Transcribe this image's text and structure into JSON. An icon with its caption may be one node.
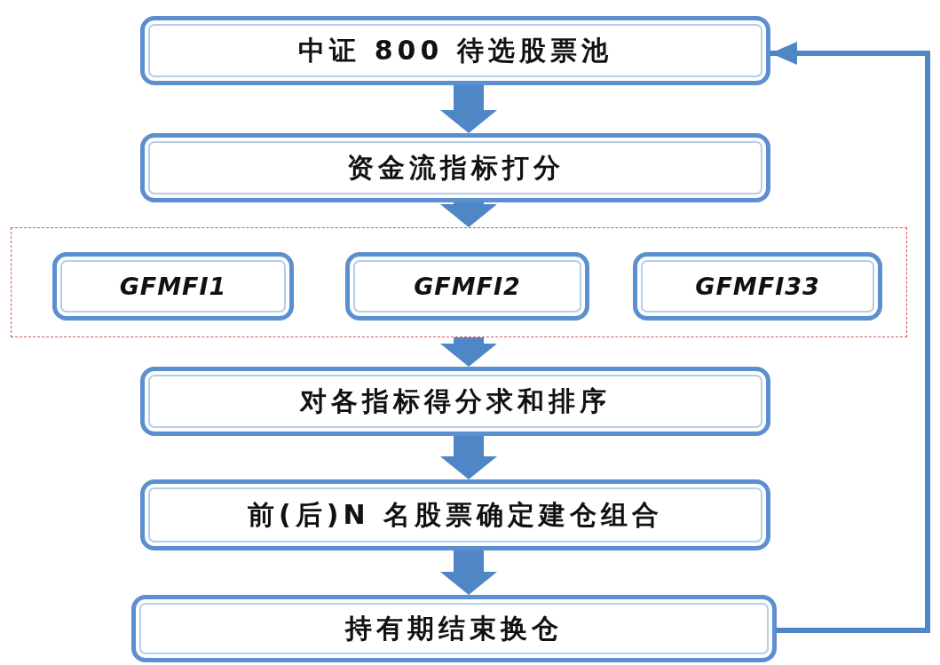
{
  "diagram": {
    "nodes": [
      {
        "text": [
          "中证 800 待选股票池"
        ]
      },
      {
        "text": [
          "资金流指标打分"
        ]
      },
      {
        "text": [],
        "shape": "box"
      },
      {
        "text": [
          "GFMFI1"
        ],
        "in": 2
      },
      {
        "text": [
          "GFMFI2"
        ],
        "in": 2
      },
      {
        "text": [
          "GFMFI33"
        ],
        "in": 2
      },
      {
        "text": [
          "对各指标得分求和排序"
        ]
      },
      {
        "text": [
          "前(后)N 名股票确定建仓组合"
        ]
      },
      {
        "text": [
          "持有期结束换仓"
        ]
      }
    ],
    "edges": [
      {
        "from": 0,
        "to": 1,
        "arrow": "to"
      },
      {
        "from": 1,
        "to": 2,
        "arrow": "to"
      },
      {
        "from": 2,
        "to": 6,
        "arrow": "to"
      },
      {
        "from": 6,
        "to": 7,
        "arrow": "to"
      },
      {
        "from": 7,
        "to": 8,
        "arrow": "to"
      },
      {
        "from": 8,
        "to": 0,
        "arrow": "to"
      }
    ]
  }
}
